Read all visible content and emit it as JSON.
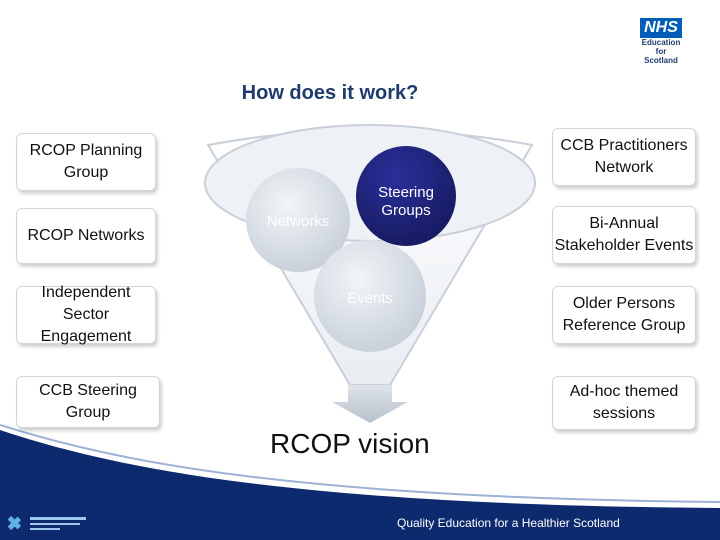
{
  "title": "How does it work?",
  "logo": {
    "name": "NHS",
    "line1": "Education",
    "line2": "for",
    "line3": "Scotland"
  },
  "left_boxes": [
    "RCOP Planning Group",
    "RCOP Networks",
    "Independent Sector Engagement",
    "CCB Steering Group"
  ],
  "right_boxes": [
    "CCB Practitioners Network",
    "Bi-Annual Stakeholder Events",
    "Older Persons Reference Group",
    "Ad-hoc themed sessions"
  ],
  "funnel": {
    "networks": "Networks",
    "steering": "Steering Groups",
    "events": "Events"
  },
  "vision": "RCOP vision",
  "footer": "Quality Education for a Healthier Scotland",
  "colors": {
    "title": "#1f3b6e",
    "navy": "#1a2e6b",
    "steering": "#20207a",
    "footer_bg": "#0d2a6e"
  }
}
